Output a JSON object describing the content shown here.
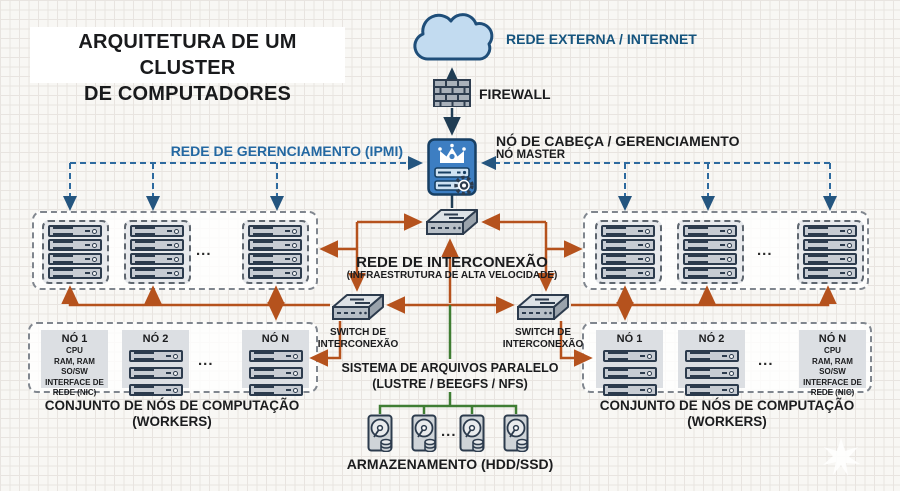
{
  "title": {
    "line1": "ARQUITETURA DE UM CLUSTER",
    "line2": "DE COMPUTADORES"
  },
  "external_network": {
    "label": "REDE EXTERNA / INTERNET"
  },
  "firewall": {
    "label": "FIREWALL"
  },
  "head_node": {
    "line1": "NÓ DE CABEÇA / GERENCIAMENTO",
    "line2": "NÓ MASTER"
  },
  "management_network": {
    "label": "REDE DE GERENCIAMENTO (IPMI)"
  },
  "interconnect": {
    "line1": "REDE DE INTERCONEXÃO",
    "line2": "(INFRAESTRUTURA DE ALTA VELOCIDADE)"
  },
  "switch": {
    "line1": "SWITCH DE",
    "line2": "INTERCONEXÃO"
  },
  "file_system": {
    "line1": "SISTEMA DE ARQUIVOS PARALELO",
    "line2": "(LUSTRE / BEEGFS / NFS)"
  },
  "storage": {
    "label": "ARMAZENAMENTO (HDD/SSD)"
  },
  "workers": {
    "line1": "CONJUNTO DE NÓS DE COMPUTAÇÃO",
    "line2": "(WORKERS)"
  },
  "nodes": {
    "n1": "NÓ 1",
    "n2": "NÓ 2",
    "nN": "NÓ N",
    "specs": [
      "CPU",
      "RAM, RAM",
      "SO/SW",
      "INTERFACE DE",
      "REDE (NIC)"
    ]
  },
  "ellipsis": "...",
  "colors": {
    "interconnect_orange": "#b5521d",
    "management_blue": "#2d6a9f",
    "storage_green": "#3f7d33",
    "backbone_navy": "#203d54",
    "head_node_blue": "#3d7ec2",
    "label_blue": "#15547e",
    "management_label_blue": "#2368a2"
  }
}
